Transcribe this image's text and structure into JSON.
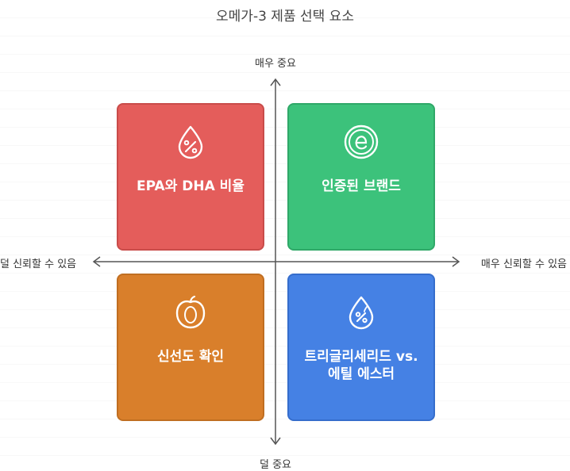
{
  "title": "오메가-3 제품 선택 요소",
  "axes": {
    "top": "매우 중요",
    "bottom": "덜 중요",
    "left": "덜 신뢰할 수 있음",
    "right": "매우 신뢰할 수 있음"
  },
  "quadrants": {
    "top_left": {
      "label": "EPA와 DHA 비율",
      "icon": "percent-drop-icon",
      "color": "#e45d5b"
    },
    "top_right": {
      "label": "인증된 브랜드",
      "icon": "certified-e-icon",
      "color": "#3cc27b"
    },
    "bottom_left": {
      "label": "신선도 확인",
      "icon": "fruit-icon",
      "color": "#d97f2b"
    },
    "bottom_right": {
      "label": "트리글리세리드 vs. 에틸 에스터",
      "icon": "drop-percent-icon",
      "color": "#4581e4"
    }
  }
}
